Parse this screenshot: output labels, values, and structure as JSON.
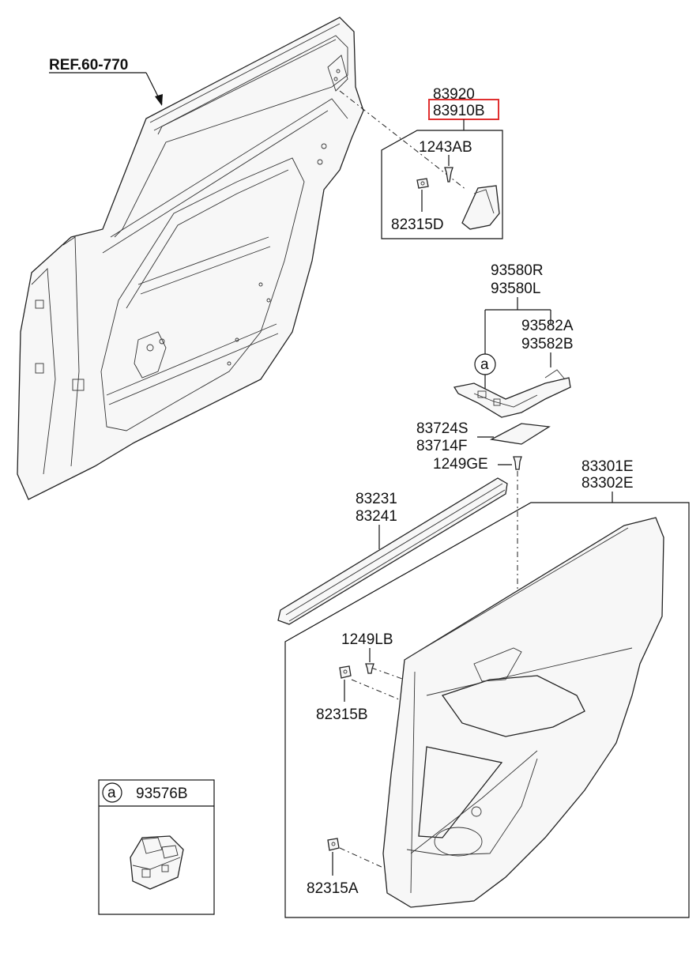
{
  "labels": {
    "ref": "REF.60-770",
    "p83920": "83920",
    "p83910B": "83910B",
    "p1243AB": "1243AB",
    "p82315D": "82315D",
    "p93580R": "93580R",
    "p93580L": "93580L",
    "p93582A": "93582A",
    "p93582B": "93582B",
    "callout_a": "a",
    "p83724S": "83724S",
    "p83714F": "83714F",
    "p1249GE": "1249GE",
    "p83301E": "83301E",
    "p83302E": "83302E",
    "p83231": "83231",
    "p83241": "83241",
    "p1249LB": "1249LB",
    "p82315B": "82315B",
    "p82315A": "82315A",
    "inset_a": "a",
    "p93576B": "93576B"
  },
  "highlight_color": "#e03030"
}
